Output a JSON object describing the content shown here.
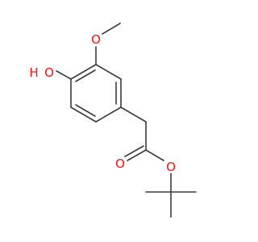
{
  "molecule": {
    "atom_labels": {
      "hydroxyl_h": "H",
      "hydroxyl_o": "O",
      "methoxy_o": "O",
      "carbonyl_o": "O",
      "ester_o": "O"
    },
    "colors": {
      "bond": "#3c3c3c",
      "oxygen": "#ff0d0d",
      "background": "#ffffff"
    }
  }
}
